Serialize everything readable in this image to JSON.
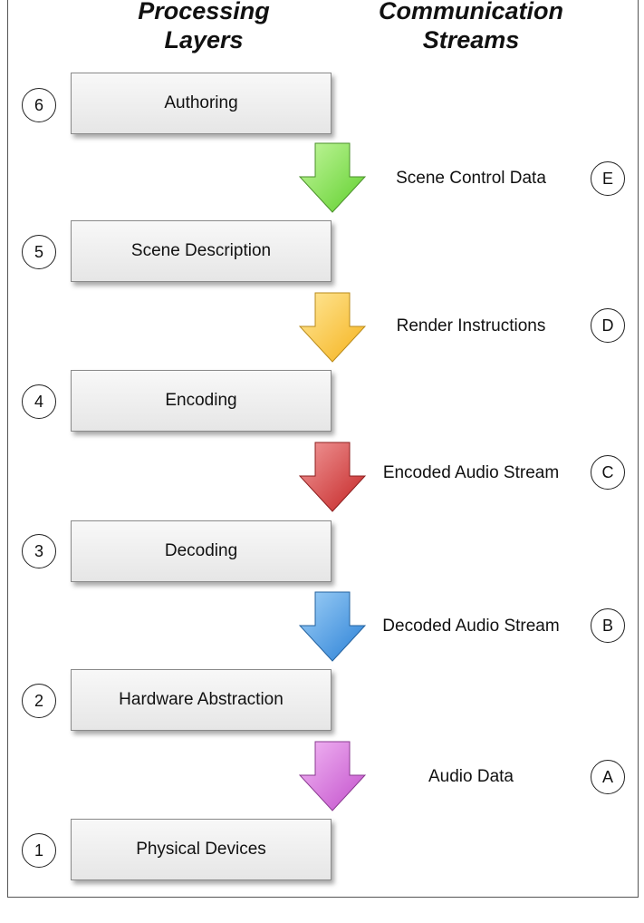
{
  "headers": {
    "processing_line1": "Processing",
    "processing_line2": "Layers",
    "communication_line1": "Communication",
    "communication_line2": "Streams"
  },
  "layers": [
    {
      "number": "6",
      "label": "Authoring"
    },
    {
      "number": "5",
      "label": "Scene Description"
    },
    {
      "number": "4",
      "label": "Encoding"
    },
    {
      "number": "3",
      "label": "Decoding"
    },
    {
      "number": "2",
      "label": "Hardware Abstraction"
    },
    {
      "number": "1",
      "label": "Physical Devices"
    }
  ],
  "streams": [
    {
      "id": "E",
      "label": "Scene Control Data",
      "color": "#7ee04a"
    },
    {
      "id": "D",
      "label": "Render Instructions",
      "color": "#ffc93a"
    },
    {
      "id": "C",
      "label": "Encoded Audio Stream",
      "color": "#d63a3a"
    },
    {
      "id": "B",
      "label": "Decoded Audio Stream",
      "color": "#3f9ae6"
    },
    {
      "id": "A",
      "label": "Audio Data",
      "color": "#d46fd8"
    }
  ]
}
